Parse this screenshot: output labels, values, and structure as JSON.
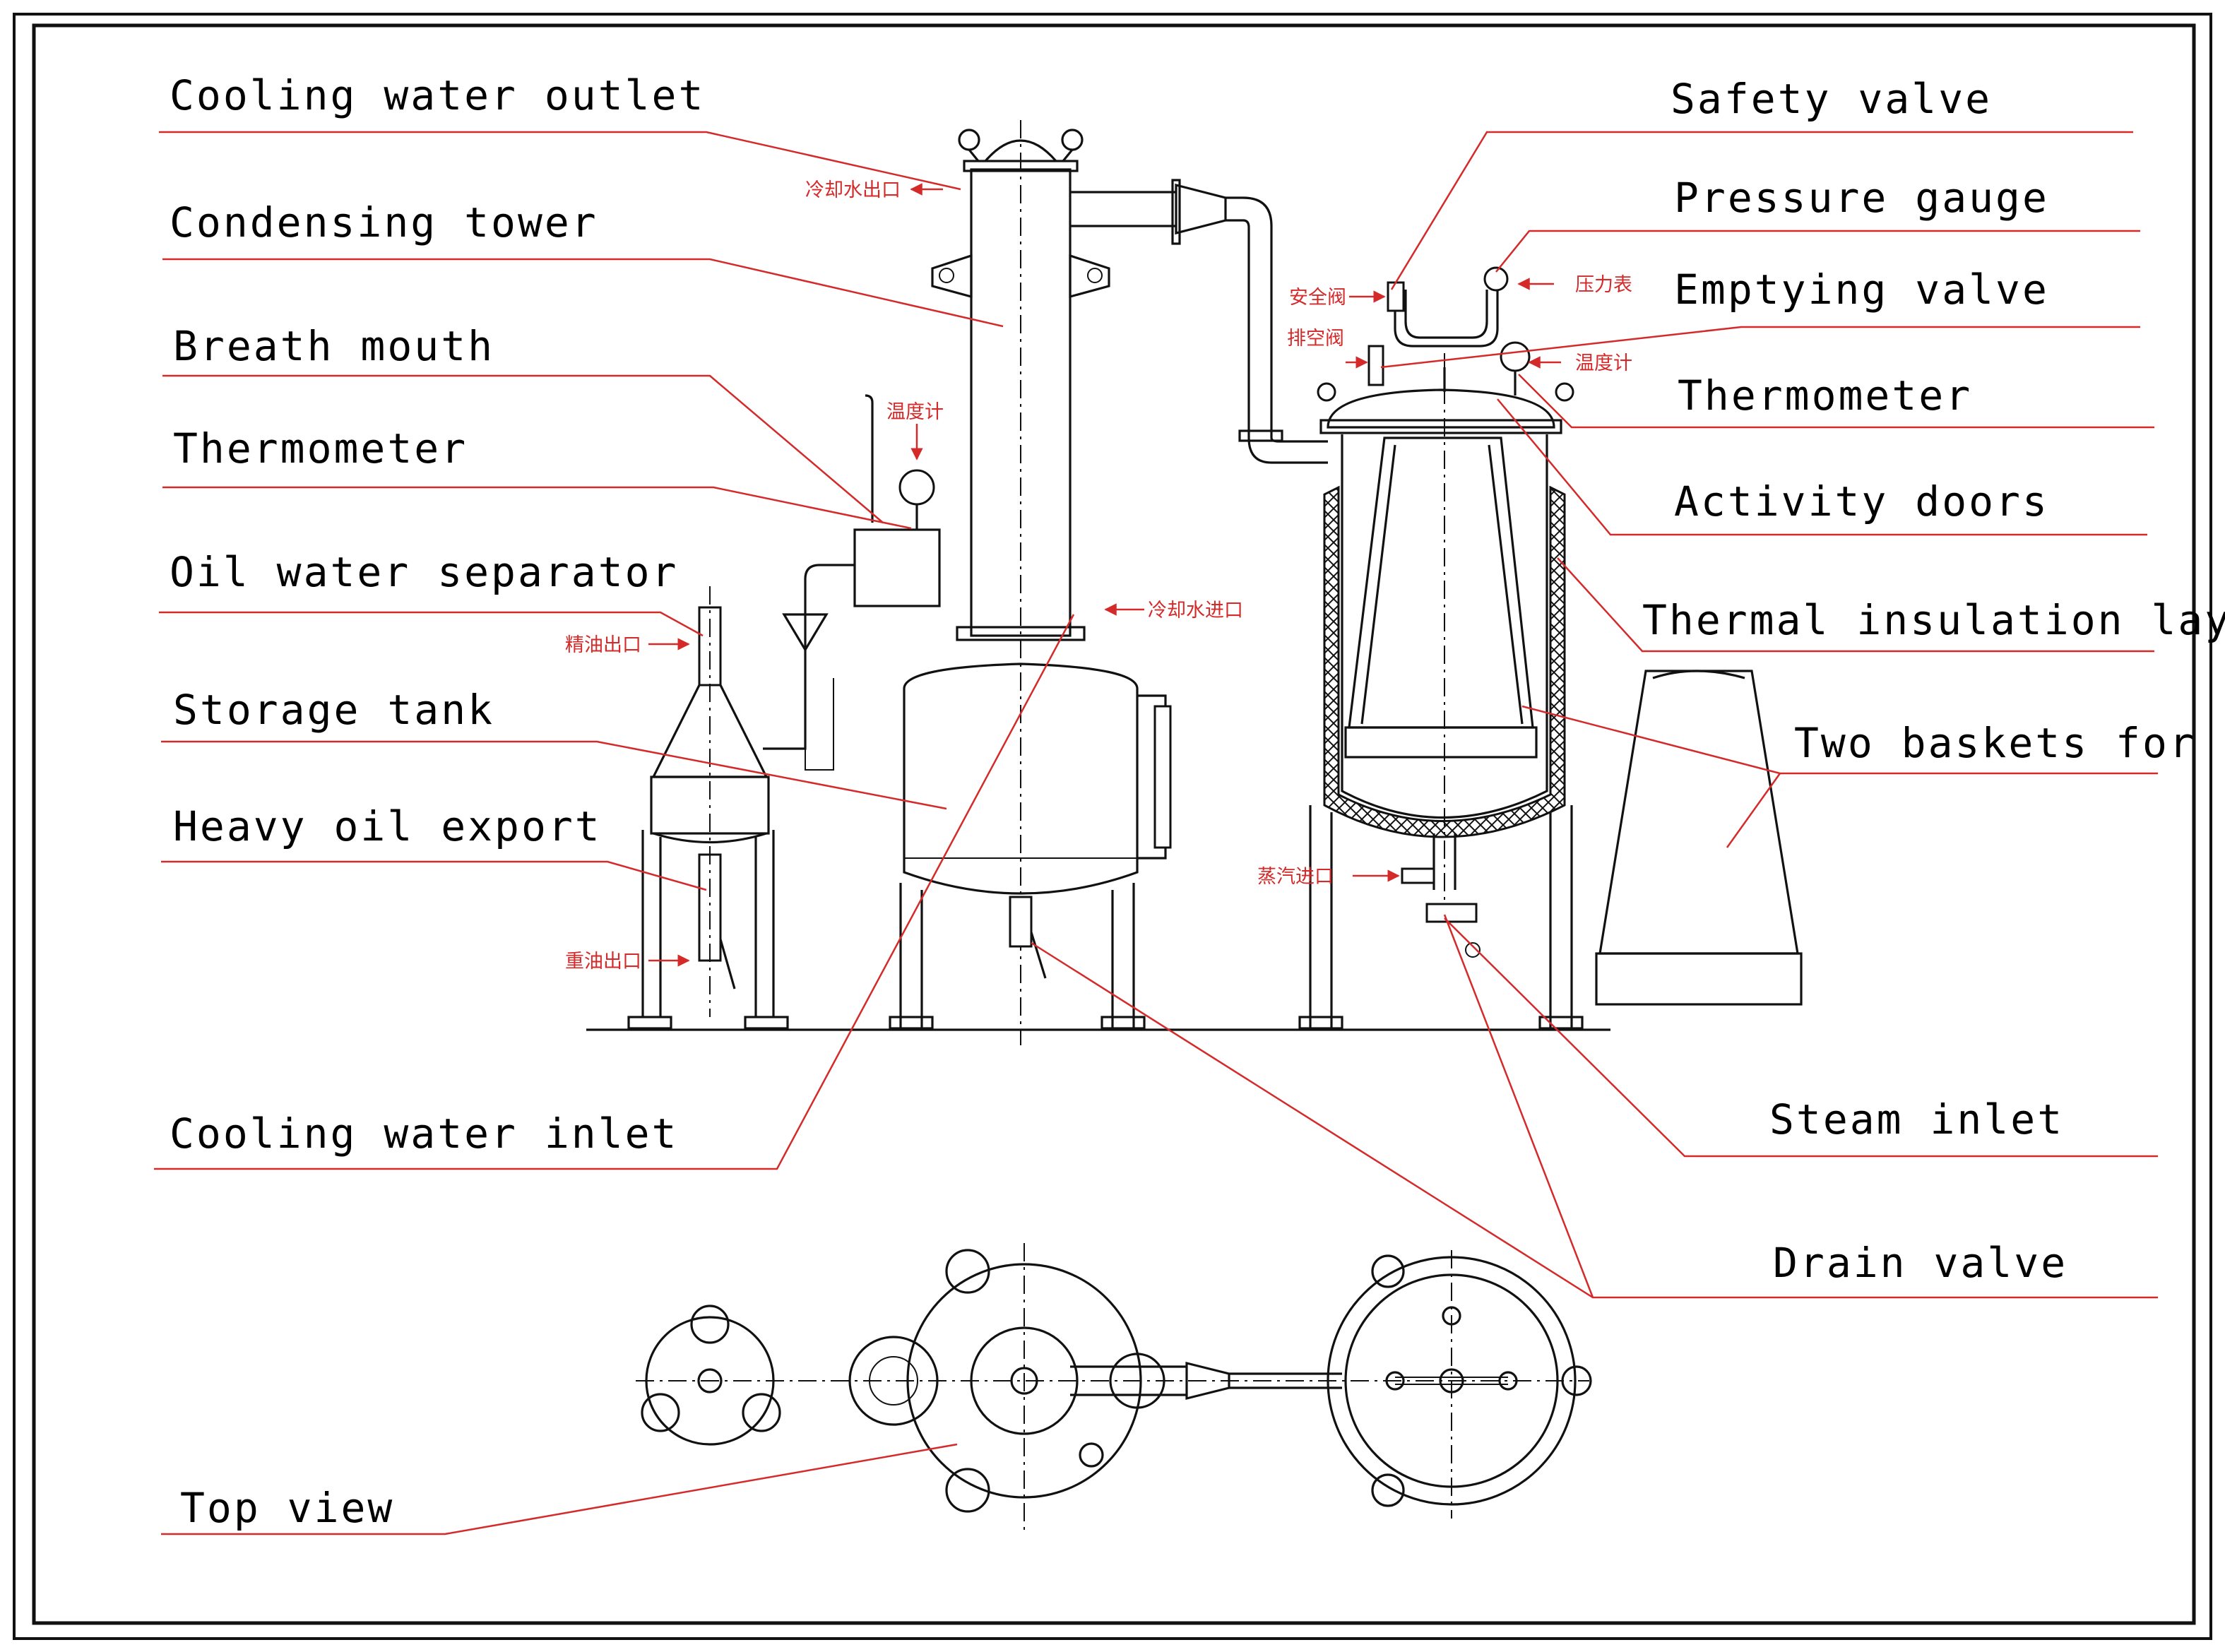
{
  "colors": {
    "leader": "#d42a2a",
    "line": "#111111",
    "background": "#ffffff"
  },
  "labels": {
    "cooling_water_outlet": "Cooling water outlet",
    "condensing_tower": "Condensing tower",
    "breath_mouth": "Breath mouth",
    "thermometer_left": "Thermometer",
    "oil_water_separator": "Oil water separator",
    "storage_tank": "Storage tank",
    "heavy_oil_export": "Heavy oil export",
    "cooling_water_inlet": "Cooling water inlet",
    "top_view": "Top view",
    "safety_valve": "Safety valve",
    "pressure_gauge": "Pressure gauge",
    "emptying_valve": "Emptying valve",
    "thermometer_right": "Thermometer",
    "activity_doors": "Activity doors",
    "thermal_insulation_layer": "Thermal insulation layer",
    "two_baskets_for": "Two baskets for",
    "steam_inlet": "Steam inlet",
    "drain_valve": "Drain valve"
  },
  "cn_labels": {
    "cooling_water_out": "冷却水出口",
    "cooling_water_in": "冷却水进口",
    "thermometer_sep": "温度计",
    "refined_oil_out": "精油出口",
    "heavy_oil_out": "重油出口",
    "safety_valve": "安全阀",
    "pressure_gauge": "压力表",
    "exhaust_valve": "排空阀",
    "thermometer_still": "温度计",
    "steam_in": "蒸汽进口"
  }
}
